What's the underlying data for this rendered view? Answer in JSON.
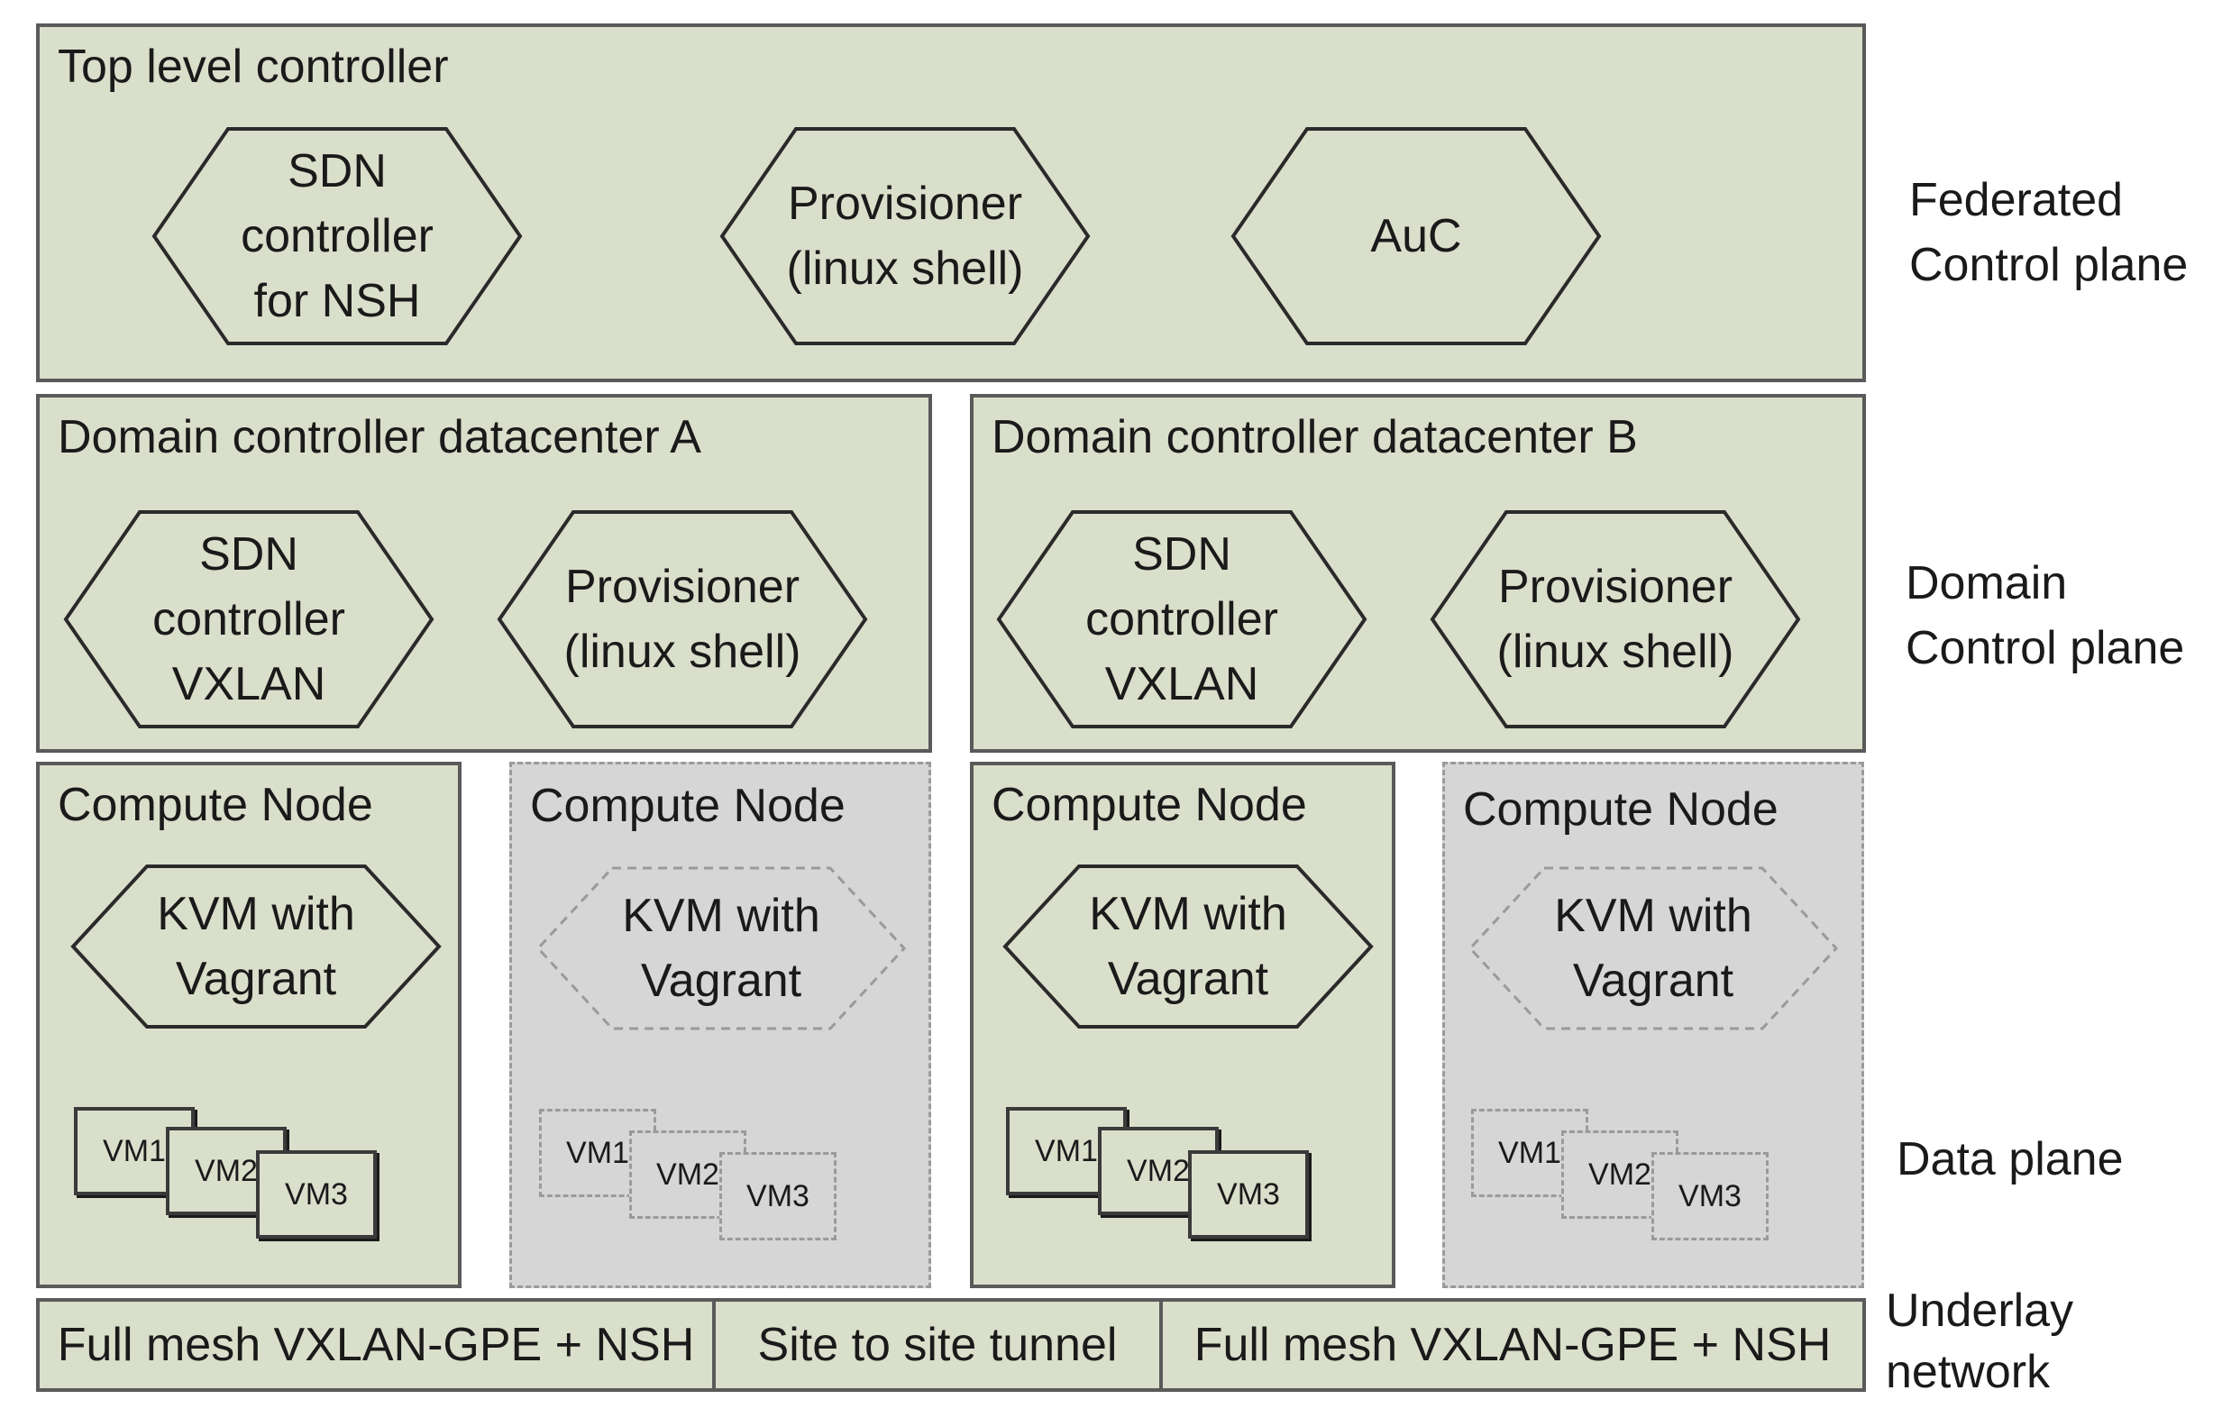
{
  "top_controller": {
    "title": "Top level controller",
    "hexagons": [
      {
        "lines": [
          "SDN",
          "controller",
          "for NSH"
        ]
      },
      {
        "lines": [
          "Provisioner",
          "(linux shell)"
        ]
      },
      {
        "lines": [
          "AuC"
        ]
      }
    ]
  },
  "domain_a": {
    "title": "Domain controller datacenter A",
    "hexagons": [
      {
        "lines": [
          "SDN",
          "controller",
          "VXLAN"
        ]
      },
      {
        "lines": [
          "Provisioner",
          "(linux shell)"
        ]
      }
    ]
  },
  "domain_b": {
    "title": "Domain controller datacenter B",
    "hexagons": [
      {
        "lines": [
          "SDN",
          "controller",
          "VXLAN"
        ]
      },
      {
        "lines": [
          "Provisioner",
          "(linux shell)"
        ]
      }
    ]
  },
  "compute_nodes": [
    {
      "title": "Compute Node",
      "hypervisor": [
        "KVM with",
        "Vagrant"
      ],
      "vms": [
        "VM1",
        "VM2",
        "VM3"
      ],
      "style": "solid"
    },
    {
      "title": "Compute Node",
      "hypervisor": [
        "KVM with",
        "Vagrant"
      ],
      "vms": [
        "VM1",
        "VM2",
        "VM3"
      ],
      "style": "dashed"
    },
    {
      "title": "Compute Node",
      "hypervisor": [
        "KVM with",
        "Vagrant"
      ],
      "vms": [
        "VM1",
        "VM2",
        "VM3"
      ],
      "style": "solid"
    },
    {
      "title": "Compute Node",
      "hypervisor": [
        "KVM with",
        "Vagrant"
      ],
      "vms": [
        "VM1",
        "VM2",
        "VM3"
      ],
      "style": "dashed"
    }
  ],
  "underlay": {
    "segments": [
      "Full mesh VXLAN-GPE + NSH",
      "Site to site tunnel",
      "Full mesh VXLAN-GPE + NSH"
    ]
  },
  "plane_labels": {
    "federated": [
      "Federated",
      "Control plane"
    ],
    "domain": [
      "Domain",
      "Control plane"
    ],
    "data": [
      "Data plane"
    ],
    "underlay": [
      "Underlay",
      "network"
    ]
  },
  "colors": {
    "box_fill": "#dadfcb",
    "ghost_fill": "#d6d6d6",
    "border": "#5a5a5a",
    "ghost_border": "#9a9a9a"
  }
}
